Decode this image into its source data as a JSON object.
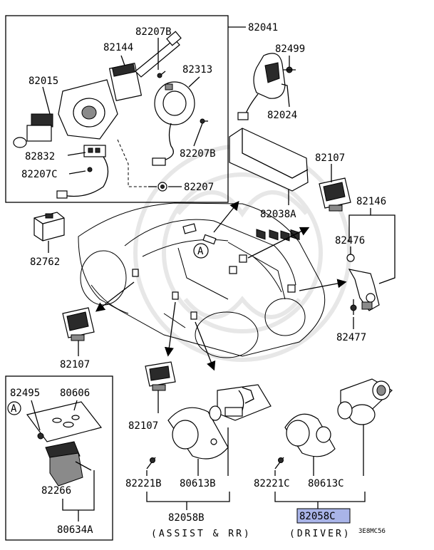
{
  "diagram": {
    "parts": {
      "p82041": "82041",
      "p82207B_top": "82207B",
      "p82144": "82144",
      "p82313": "82313",
      "p82015": "82015",
      "p82207B_mid": "82207B",
      "p82832": "82832",
      "p82207C": "82207C",
      "p82207": "82207",
      "p82499": "82499",
      "p82024": "82024",
      "p82038A": "82038A",
      "p82107_right": "82107",
      "p82146": "82146",
      "p82476": "82476",
      "p82477": "82477",
      "p82762": "82762",
      "p82107_left": "82107",
      "p82495": "82495",
      "p80606": "80606",
      "p82266": "82266",
      "p80634A": "80634A",
      "p82107_center": "82107",
      "p82221B": "82221B",
      "p80613B": "80613B",
      "p82058B": "82058B",
      "p82221C": "82221C",
      "p80613C": "80613C",
      "p82058C": "82058C"
    },
    "callout_letter": "A",
    "inset_letter": "A",
    "captions": {
      "assist_rr": "(ASSIST & RR)",
      "driver": "(DRIVER)"
    },
    "figure_code": "3E8MC56",
    "highlight_color": "#a9b4e8"
  }
}
